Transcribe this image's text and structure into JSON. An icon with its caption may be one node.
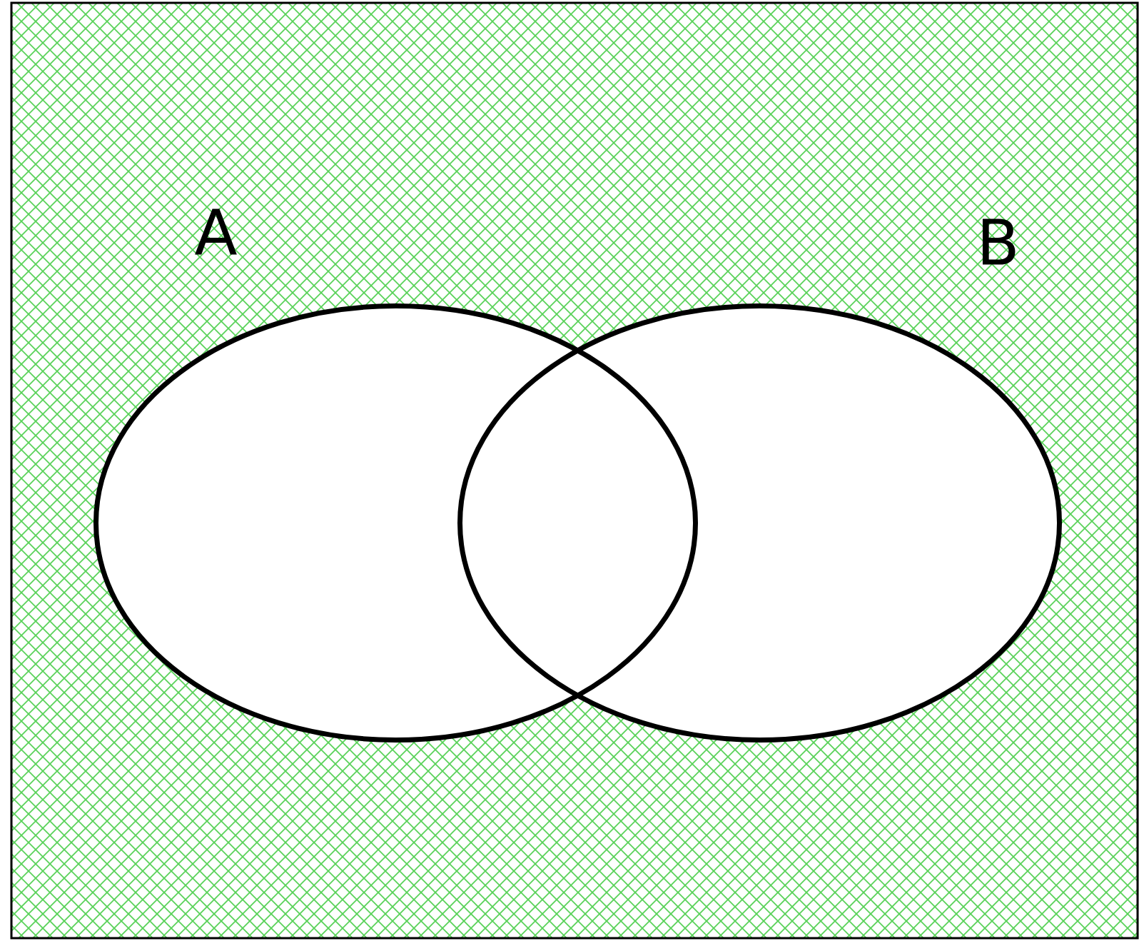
{
  "diagram": {
    "nodes": [
      {
        "text": [],
        "shape": "box"
      },
      {
        "text": [
          "A"
        ],
        "in": 0
      },
      {
        "text": [
          "B"
        ],
        "in": 0
      }
    ]
  }
}
